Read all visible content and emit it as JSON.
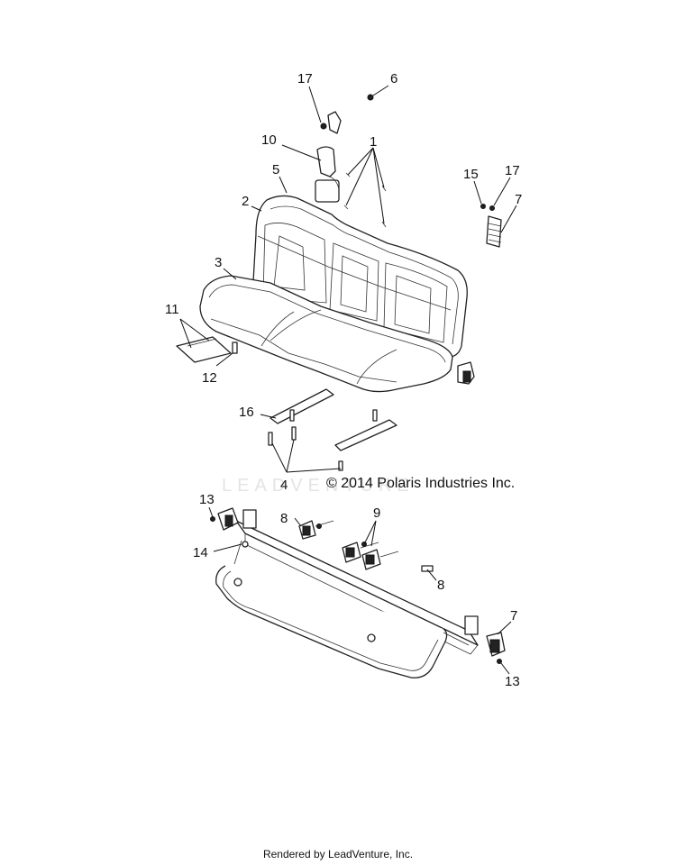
{
  "copyright": "© 2014 Polaris Industries Inc.",
  "footer": "Rendered by LeadVenture, Inc.",
  "watermark": "LEADVENTURE",
  "callouts": {
    "c1": "1",
    "c2": "2",
    "c3": "3",
    "c4": "4",
    "c5": "5",
    "c6": "6",
    "c7a": "7",
    "c7b": "7",
    "c8a": "8",
    "c8b": "8",
    "c9": "9",
    "c10": "10",
    "c11": "11",
    "c12": "12",
    "c13a": "13",
    "c13b": "13",
    "c14": "14",
    "c15": "15",
    "c16": "16",
    "c17a": "17",
    "c17b": "17"
  }
}
